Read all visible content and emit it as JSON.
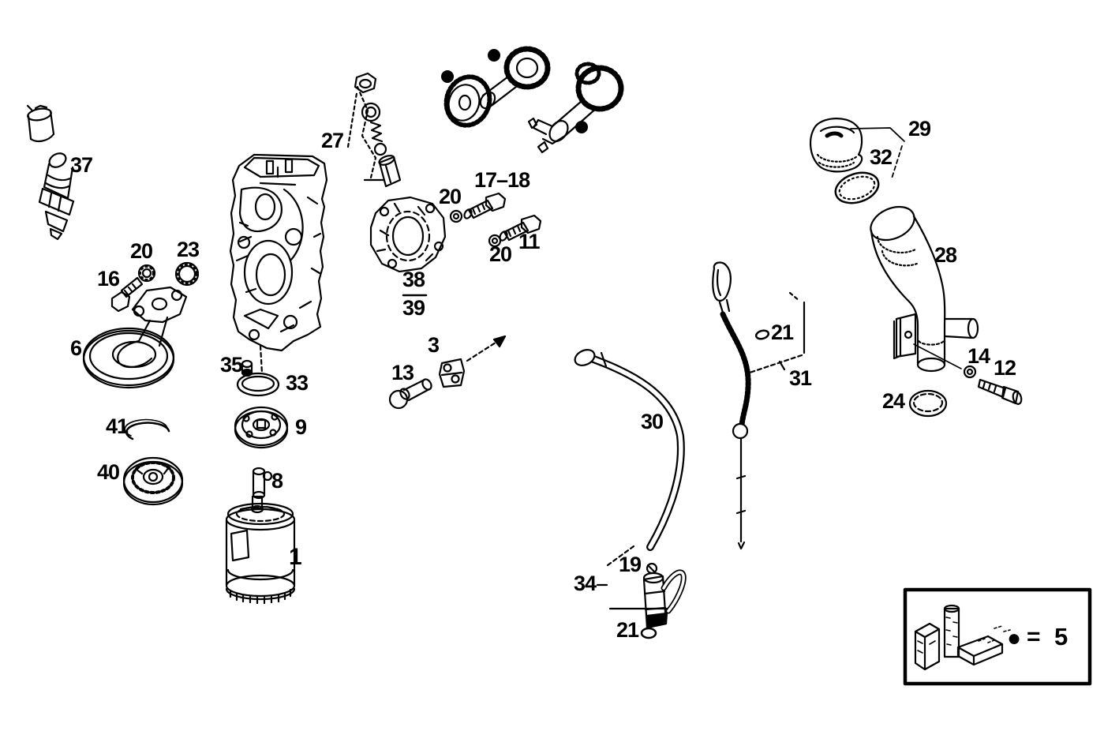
{
  "meta": {
    "description": "Exploded-view engine lubrication system parts diagram",
    "background_color": "#ffffff",
    "line_color": "#000000"
  },
  "legend": {
    "bullet_symbol": "●",
    "equals_sign": "=",
    "kit_part_number": "5"
  },
  "labels": [
    {
      "id": "37",
      "text": "37"
    },
    {
      "id": "27",
      "text": "27"
    },
    {
      "id": "17-18",
      "text": "17–18"
    },
    {
      "id": "20a",
      "text": "20"
    },
    {
      "id": "11",
      "text": "11"
    },
    {
      "id": "20b",
      "text": "20"
    },
    {
      "id": "38",
      "text": "38"
    },
    {
      "id": "39",
      "text": "39"
    },
    {
      "id": "3",
      "text": "3"
    },
    {
      "id": "13",
      "text": "13"
    },
    {
      "id": "20c",
      "text": "20"
    },
    {
      "id": "23",
      "text": "23"
    },
    {
      "id": "16",
      "text": "16"
    },
    {
      "id": "6",
      "text": "6"
    },
    {
      "id": "35",
      "text": "35"
    },
    {
      "id": "33",
      "text": "33"
    },
    {
      "id": "41",
      "text": "41"
    },
    {
      "id": "9",
      "text": "9"
    },
    {
      "id": "40",
      "text": "40"
    },
    {
      "id": "8",
      "text": "8"
    },
    {
      "id": "1",
      "text": "1"
    },
    {
      "id": "30",
      "text": "30"
    },
    {
      "id": "21a",
      "text": "21"
    },
    {
      "id": "31",
      "text": "31"
    },
    {
      "id": "19",
      "text": "19"
    },
    {
      "id": "34",
      "text": "34"
    },
    {
      "id": "21b",
      "text": "21"
    },
    {
      "id": "29",
      "text": "29"
    },
    {
      "id": "32",
      "text": "32"
    },
    {
      "id": "28",
      "text": "28"
    },
    {
      "id": "14",
      "text": "14"
    },
    {
      "id": "12",
      "text": "12"
    },
    {
      "id": "24",
      "text": "24"
    }
  ]
}
